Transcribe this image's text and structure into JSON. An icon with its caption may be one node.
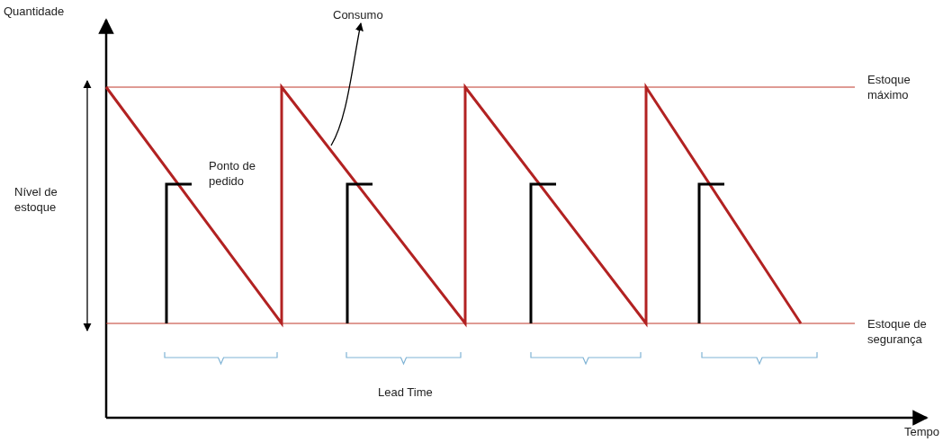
{
  "diagram": {
    "nodes": [
      {
        "text": [
          "Consumo"
        ]
      },
      {
        "text": [],
        "shape": "line"
      }
    ],
    "edges": [
      {
        "from": 1,
        "to": 0,
        "arrow": "to"
      }
    ],
    "labels": [
      "Quantidade",
      "Estoque máximo",
      "Ponto de pedido",
      "Nível de estoque",
      "Estoque de segurança",
      "Lead Time",
      "Tempo"
    ]
  }
}
